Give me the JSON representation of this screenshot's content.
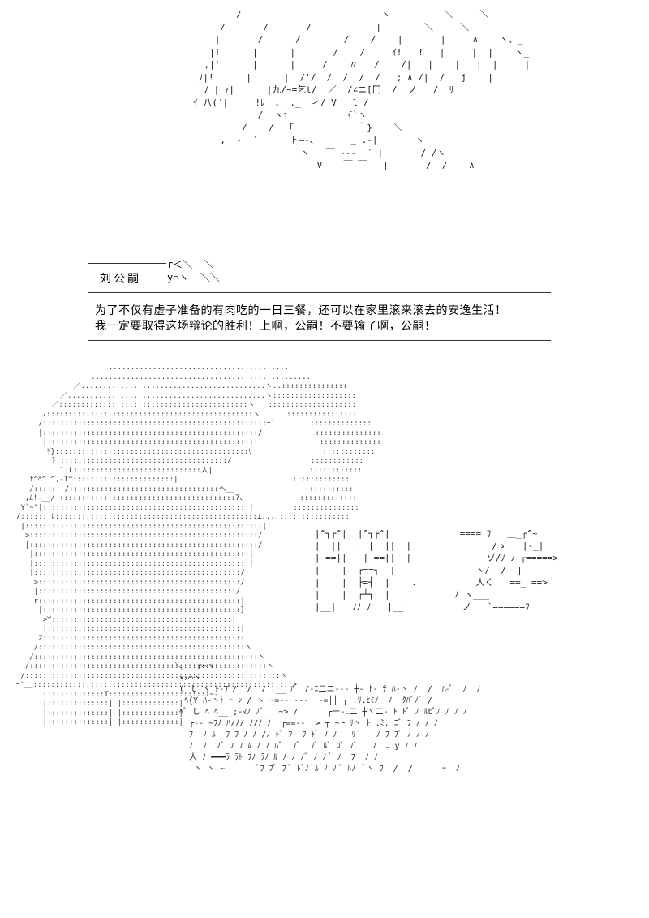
{
  "speaker": {
    "name": "刘公嗣"
  },
  "dialogue": {
    "line1": "为了不仅有虚子准备的有肉吃的一日三餐，还可以在家里滚来滚去的安逸生活！",
    "line2": "我一定要取得这场辩论的胜利！上啊，公嗣！不要输了啊，公嗣！"
  },
  "colors": {
    "background": "#ffffff",
    "ink": "#000000"
  },
  "art_pieces": [
    "portrait-ascii-art",
    "caped-figure-ascii-art",
    "kanji-title-ascii-art",
    "sound-effect-ascii-art"
  ]
}
